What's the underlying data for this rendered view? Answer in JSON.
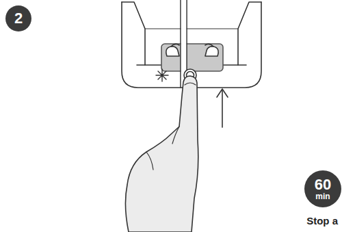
{
  "diagram": {
    "nodes": [
      {
        "text": [
          "2"
        ]
      },
      {
        "text": [
          "60",
          "min"
        ]
      }
    ],
    "labels": [
      "Stop a"
    ]
  }
}
